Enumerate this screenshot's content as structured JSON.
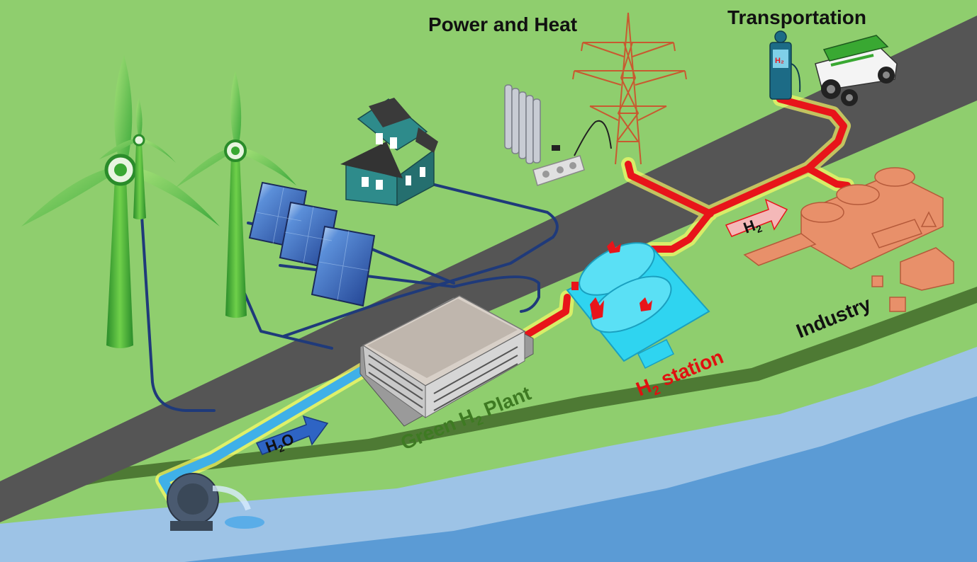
{
  "labels": {
    "power_heat": "Power and Heat",
    "transportation": "Transportation",
    "industry": "Industry",
    "green_plant_pre": "Green H",
    "green_plant_sub": "2",
    "green_plant_post": " Plant",
    "station_pre": "H",
    "station_sub": "2",
    "station_post": " station",
    "h2o_pre": "H",
    "h2o_sub": "2",
    "h2o_post": "O",
    "h2_pre": "H",
    "h2_sub": "2",
    "pump_sign": "H₂"
  },
  "colors": {
    "grass": "#8fce6e",
    "grass_dark": "#4e7a34",
    "road": "#555555",
    "water_light": "#9dc3e6",
    "water_dark": "#5b9bd5",
    "h2_pipe": "#e8141a",
    "h2_glow": "#ffff66",
    "water_pipe": "#3fb0e8",
    "elec_cable": "#1f3a7a",
    "label_green": "#3e7a22",
    "label_red": "#e01010",
    "label_black": "#111111",
    "industry": "#e8906a",
    "station": "#2fd4f0",
    "turbine": "#39a832"
  }
}
